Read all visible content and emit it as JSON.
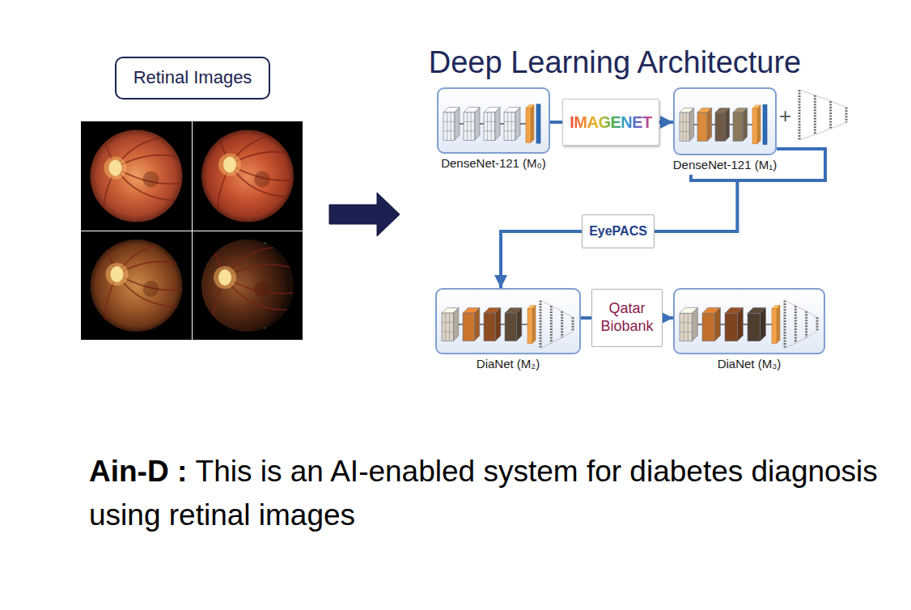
{
  "diagram": {
    "title": "Deep Learning Architecture",
    "caption": "This is an AI-enabled system for diabetes diagnosis using retinal images",
    "nodes": [
      {
        "text": [
          "Retinal Images"
        ]
      },
      {
        "text": [
          "DenseNet-121 (M₀)"
        ]
      },
      {
        "text": [
          "IMAGENET"
        ]
      },
      {
        "text": [
          "DenseNet-121 (M₁)"
        ]
      },
      {
        "text": [
          "EyePACS"
        ]
      },
      {
        "text": [
          "DiaNet (M₂)"
        ]
      },
      {
        "text": [
          "Qatar Biobank"
        ]
      },
      {
        "text": [
          "DiaNet (M₃)"
        ]
      }
    ],
    "edges": [
      {
        "from": 1,
        "to": 2,
        "arrow": "none"
      },
      {
        "from": 2,
        "to": 3,
        "arrow": "to"
      },
      {
        "from": 3,
        "to": 4,
        "arrow": "none"
      },
      {
        "from": 4,
        "to": 5,
        "arrow": "to"
      },
      {
        "from": 5,
        "to": 6,
        "arrow": "none"
      },
      {
        "from": 6,
        "to": 7,
        "arrow": "to"
      }
    ],
    "labels": [
      "+",
      "Ain-D :"
    ]
  }
}
